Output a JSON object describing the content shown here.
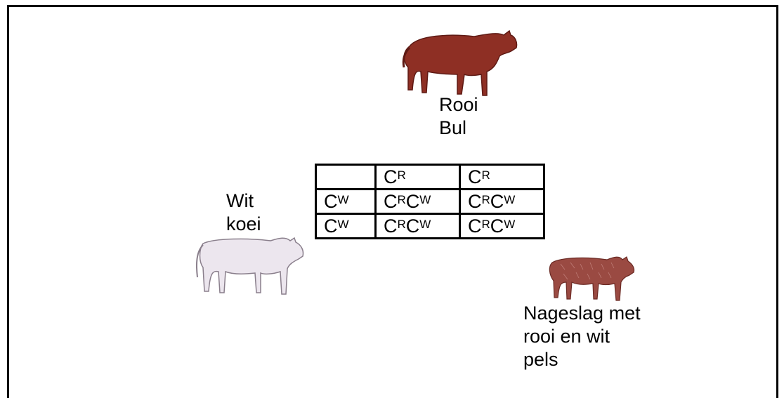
{
  "labels": {
    "bull": [
      "Rooi",
      "Bul"
    ],
    "cow": [
      "Wit",
      "koei"
    ],
    "offspring": [
      "Nageslag met",
      "rooi en wit",
      "pels"
    ]
  },
  "punnett": {
    "header": [
      "",
      "C|R",
      "C|R"
    ],
    "rows": [
      [
        "C|W",
        "C|R|C|W",
        "C|R|C|W"
      ],
      [
        "C|W",
        "C|R|C|W",
        "C|R|C|W"
      ]
    ]
  },
  "colors": {
    "bull": "#8e2f24",
    "cow": "#ece6ee",
    "offspring": "#9a4a42"
  }
}
